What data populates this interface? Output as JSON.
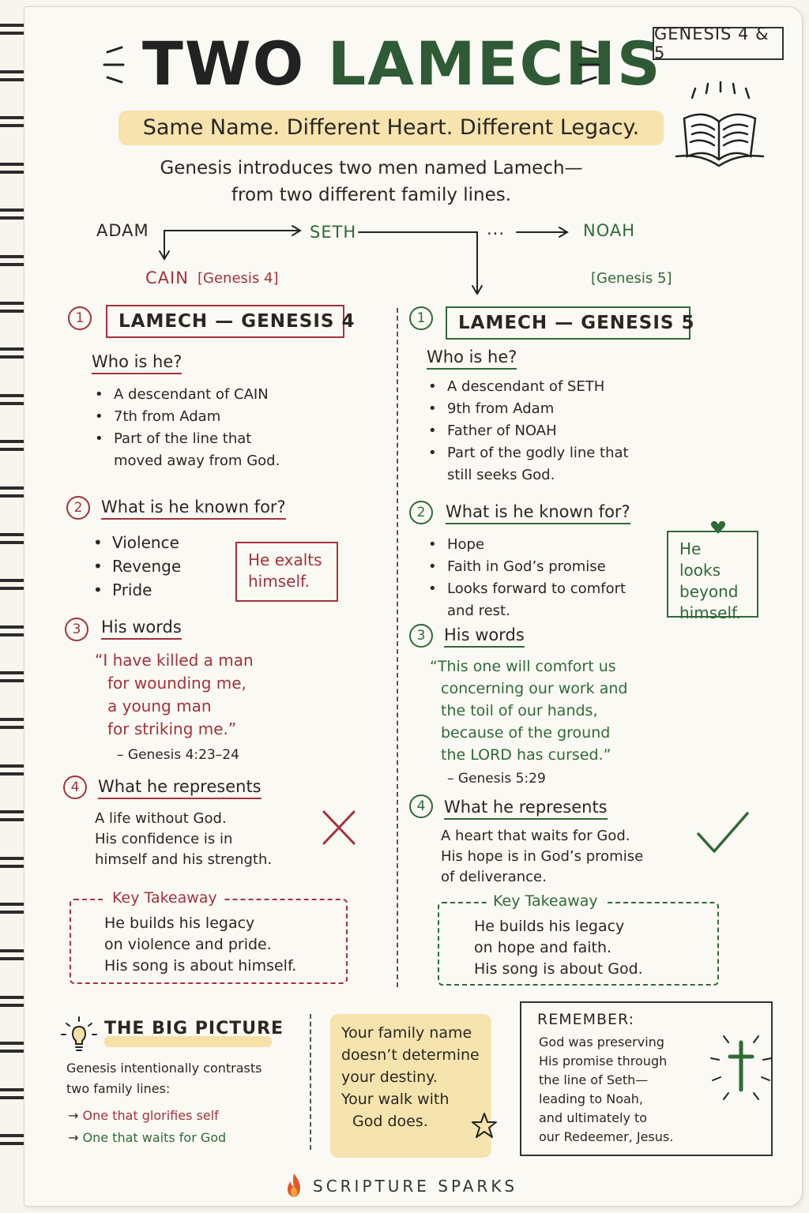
{
  "header": {
    "title_part1": "TWO",
    "title_part2": "LAMECHS",
    "reference": "GENESIS 4 & 5",
    "subtitle": "Same Name. Different Heart. Different Legacy.",
    "intro_line1": "Genesis introduces two men named Lamech—",
    "intro_line2": "from two different family lines."
  },
  "tree": {
    "adam": "ADAM",
    "seth": "SETH",
    "ellipsis": "...",
    "noah": "NOAH",
    "cain": "CAIN",
    "cain_ref": "[Genesis 4]",
    "seth_ref": "[Genesis 5]"
  },
  "left": {
    "number": "1",
    "title": "LAMECH — GENESIS 4",
    "who": {
      "number": "",
      "heading": "Who is he?",
      "items": [
        "A descendant of CAIN",
        "7th from Adam",
        "Part of the line that",
        "moved away from God."
      ]
    },
    "known": {
      "number": "2",
      "heading": "What is he known for?",
      "items": [
        "Violence",
        "Revenge",
        "Pride"
      ],
      "callout": "He exalts himself."
    },
    "words": {
      "number": "3",
      "heading": "His words",
      "quote": [
        "“I have killed a man",
        "for wounding me,",
        "a young man",
        "for striking me.”"
      ],
      "cite": "– Genesis 4:23–24"
    },
    "represents": {
      "number": "4",
      "heading": "What he represents",
      "lines": [
        "A life without God.",
        "His confidence is in",
        "himself and his strength."
      ]
    },
    "takeaway": {
      "label": "Key Takeaway",
      "lines": [
        "He builds his legacy",
        "on violence and pride.",
        "His song is about himself."
      ]
    }
  },
  "right": {
    "number": "1",
    "title": "LAMECH — GENESIS 5",
    "who": {
      "heading": "Who is he?",
      "items": [
        "A descendant of SETH",
        "9th from Adam",
        "Father of NOAH",
        "Part of the godly line that",
        "still seeks God."
      ]
    },
    "known": {
      "number": "2",
      "heading": "What is he known for?",
      "items": [
        "Hope",
        "Faith in God’s promise",
        "Looks forward to comfort",
        "and rest."
      ],
      "callout": "He looks beyond himself."
    },
    "words": {
      "number": "3",
      "heading": "His words",
      "quote": [
        "“This one will comfort us",
        "concerning our work and",
        "the toil of our hands,",
        "because of the ground",
        "the LORD has cursed.”"
      ],
      "cite": "– Genesis 5:29"
    },
    "represents": {
      "number": "4",
      "heading": "What he represents",
      "lines": [
        "A heart that waits for God.",
        "His hope is in God’s promise",
        "of deliverance."
      ]
    },
    "takeaway": {
      "label": "Key Takeaway",
      "lines": [
        "He builds his legacy",
        "on hope and faith.",
        "His song is about God."
      ]
    }
  },
  "bigpicture": {
    "title": "THE BIG PICTURE",
    "line1": "Genesis intentionally contrasts",
    "line2": "two family lines:",
    "item1": "One that glorifies self",
    "item2": "One that waits for God"
  },
  "note": {
    "lines": [
      "Your family name",
      "doesn’t determine",
      "your destiny.",
      "Your walk with",
      "God does."
    ]
  },
  "remember": {
    "heading": "REMEMBER:",
    "lines": [
      "God was preserving",
      "His promise through",
      "the line of Seth—",
      "leading to Noah,",
      "and ultimately to",
      "our Redeemer, Jesus."
    ]
  },
  "footer": {
    "brand": "SCRIPTURE SPARKS"
  },
  "colors": {
    "red": "#a3323b",
    "green": "#2f6a39",
    "yellow": "#f5e0a6"
  },
  "icons": [
    "open-book-icon",
    "lightbulb-icon",
    "cross-icon",
    "star-icon",
    "check-icon",
    "x-mark-icon",
    "heart-icon",
    "flame-icon"
  ]
}
